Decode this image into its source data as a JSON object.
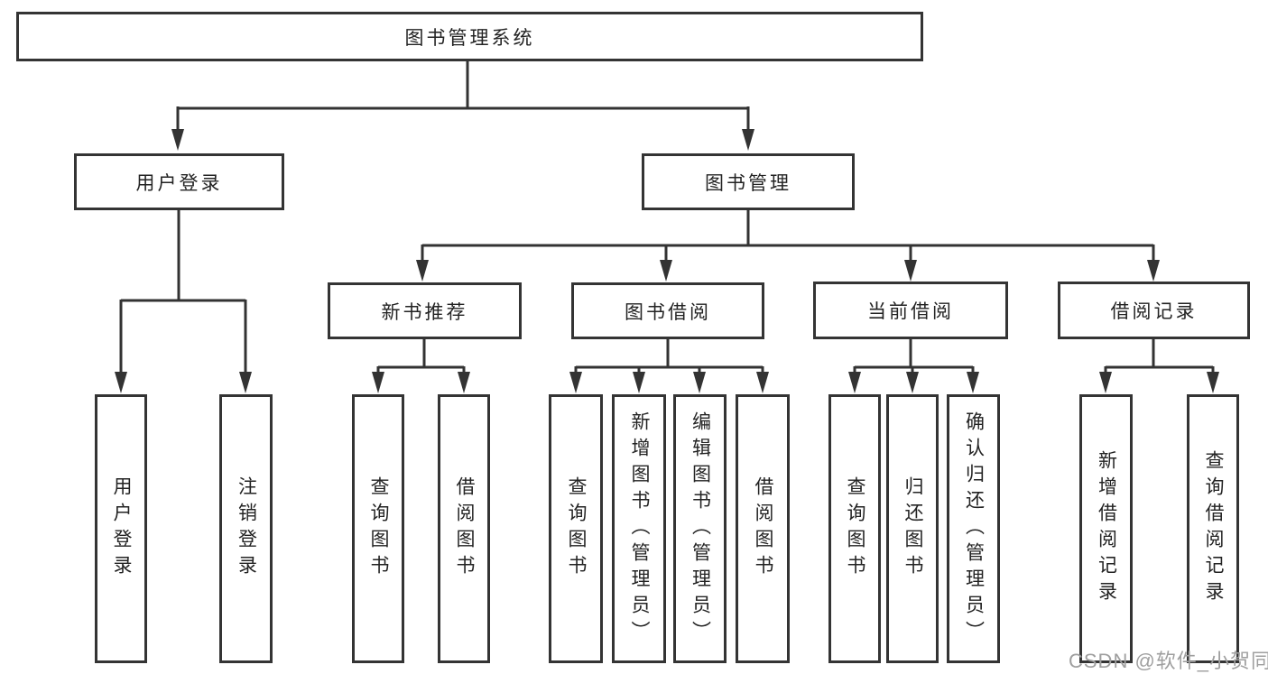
{
  "diagram": {
    "root": {
      "label": "图书管理系统"
    },
    "branches": [
      {
        "label": "用户登录",
        "children": [
          {
            "label": "用户登录"
          },
          {
            "label": "注销登录"
          }
        ]
      },
      {
        "label": "图书管理",
        "children": [
          {
            "label": "新书推荐",
            "children": [
              {
                "label": "查询图书"
              },
              {
                "label": "借阅图书"
              }
            ]
          },
          {
            "label": "图书借阅",
            "children": [
              {
                "label": "查询图书"
              },
              {
                "label": "新增图书（管理员）"
              },
              {
                "label": "编辑图书（管理员）"
              },
              {
                "label": "借阅图书"
              }
            ]
          },
          {
            "label": "当前借阅",
            "children": [
              {
                "label": "查询图书"
              },
              {
                "label": "归还图书"
              },
              {
                "label": "确认归还（管理员）"
              }
            ]
          },
          {
            "label": "借阅记录",
            "children": [
              {
                "label": "新增借阅记录"
              },
              {
                "label": "查询借阅记录"
              }
            ]
          }
        ]
      }
    ]
  },
  "watermark": {
    "text": "CSDN @软件_小贺同学"
  },
  "colors": {
    "line": "#333333",
    "box_border": "#343434",
    "text": "#232323",
    "watermark": "#9f9f9f",
    "background": "#ffffff"
  }
}
